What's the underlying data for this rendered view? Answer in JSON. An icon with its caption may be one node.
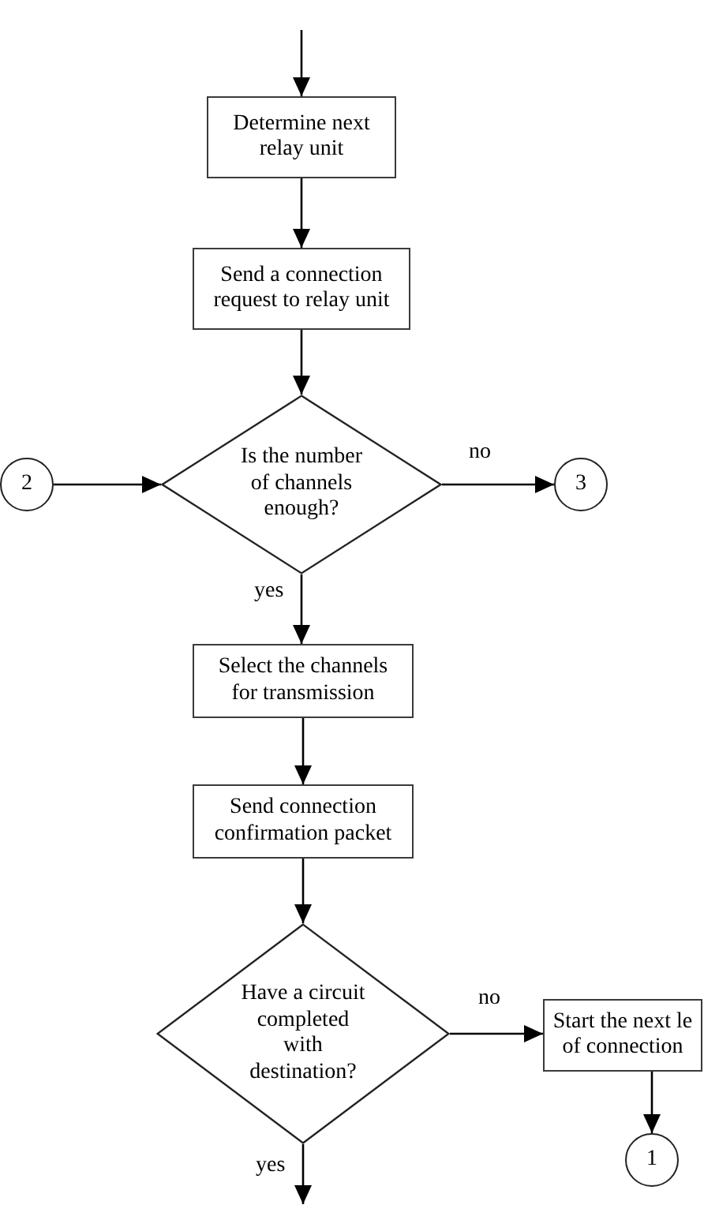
{
  "diagram": {
    "nodes": [
      {
        "text": [
          "Determine next relay unit"
        ]
      },
      {
        "text": [
          "Send a connection request to relay unit"
        ]
      },
      {
        "text": [
          "2"
        ]
      },
      {
        "text": [
          "Is the number of channels enough?"
        ]
      },
      {
        "text": [
          "3"
        ]
      },
      {
        "text": [
          "Select the channels for transmission"
        ]
      },
      {
        "text": [
          "Send connection confirmation packet"
        ]
      },
      {
        "text": [
          "Have a circuit completed with destination?"
        ]
      },
      {
        "text": [
          "Start the next le of connection"
        ]
      },
      {
        "text": [
          "1"
        ]
      }
    ],
    "edges": [
      {
        "from": null,
        "to": 0,
        "arrow": "to"
      },
      {
        "from": 0,
        "to": 1,
        "arrow": "to"
      },
      {
        "from": 1,
        "to": 3,
        "arrow": "to"
      },
      {
        "from": 2,
        "to": 3,
        "arrow": "to"
      },
      {
        "from": 3,
        "to": 4,
        "arrow": "to",
        "label": "no"
      },
      {
        "from": 3,
        "to": 5,
        "arrow": "to",
        "label": "yes"
      },
      {
        "from": 5,
        "to": 6,
        "arrow": "to"
      },
      {
        "from": 6,
        "to": 7,
        "arrow": "to"
      },
      {
        "from": 7,
        "to": 8,
        "arrow": "to",
        "label": "no"
      },
      {
        "from": 8,
        "to": 9,
        "arrow": "to"
      },
      {
        "from": 7,
        "to": null,
        "arrow": "to",
        "label": "yes"
      }
    ]
  }
}
